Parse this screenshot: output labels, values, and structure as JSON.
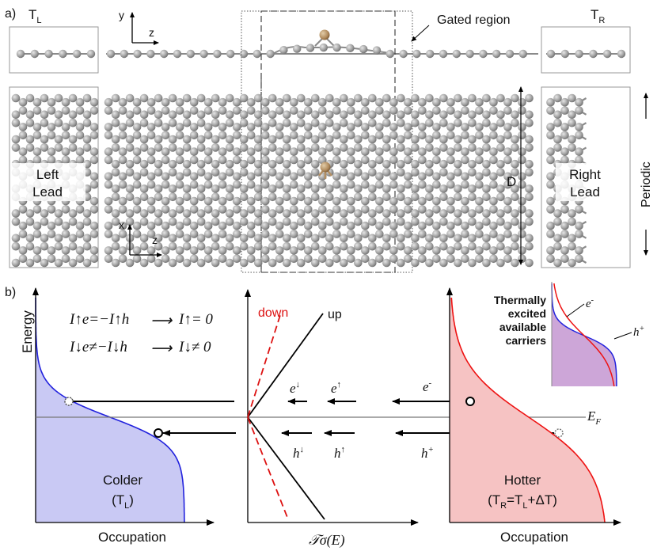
{
  "colors": {
    "atom": "#a7a7a7",
    "atom_dark": "#6e6e6e",
    "bond": "#8a8a8a",
    "dopant": "#b38f63",
    "cold_fill": "#c9c9f4",
    "cold_line": "#2222dd",
    "hot_fill": "#f6c3c3",
    "hot_line": "#ee1111",
    "axis": "#000000",
    "fermi": "#777777",
    "down_line": "#dd1111",
    "up_line": "#000000",
    "inset_fill": "#cda6d8"
  },
  "panel_a": {
    "label": "a)",
    "T_left": "T",
    "T_left_sub": "L",
    "T_right": "T",
    "T_right_sub": "R",
    "axis_y": "y",
    "axis_z": "z",
    "axis_x": "x",
    "axis_z2": "z",
    "gated_region": "Gated region",
    "left_lead_1": "Left",
    "left_lead_2": "Lead",
    "right_lead_1": "Right",
    "right_lead_2": "Lead",
    "period_label": "D",
    "periodic": "Periodic"
  },
  "panel_b": {
    "label": "b)",
    "energy": "Energy",
    "occupation_left": "Occupation",
    "occupation_right": "Occupation",
    "transmission": "𝒯σ(E)",
    "down": "down",
    "up": "up",
    "eq1_left": "I↑e=−I↑h",
    "eq1_right": "I↑= 0",
    "eq2_left": "I↓e≠−I↓h",
    "eq2_right": "I↓≠ 0",
    "arrow": "⟶",
    "colder_1": "Colder",
    "colder_2": "(T",
    "colder_sub": "L",
    "colder_3": ")",
    "hotter_1": "Hotter",
    "hotter_2": "(T",
    "hotter_sub1": "R",
    "hotter_3": "=T",
    "hotter_sub2": "L",
    "hotter_4": "+ΔT)",
    "fermi": "E",
    "fermi_sub": "F",
    "e_down": "e",
    "e_down_sup": "↓",
    "e_up": "e",
    "e_up_sup": "↑",
    "e_minus": "e",
    "e_minus_sup": "-",
    "h_down": "h",
    "h_down_sup": "↓",
    "h_up": "h",
    "h_up_sup": "↑",
    "h_plus": "h",
    "h_plus_sup": "+",
    "inset_1": "Thermally",
    "inset_2": "excited",
    "inset_3": "available",
    "inset_4": "carriers",
    "inset_e": "e",
    "inset_e_sup": "-",
    "inset_h": "h",
    "inset_h_sup": "+"
  }
}
